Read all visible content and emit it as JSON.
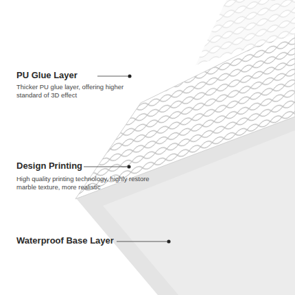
{
  "diagram": {
    "labels": [
      "PU Glue Layer",
      "Thicker PU glue layer, offering higher standard of 3D effect",
      "Design Printing",
      "High quality printing technology, highly restore marble texture, more realistic",
      "Waterproof Base Layer"
    ]
  }
}
